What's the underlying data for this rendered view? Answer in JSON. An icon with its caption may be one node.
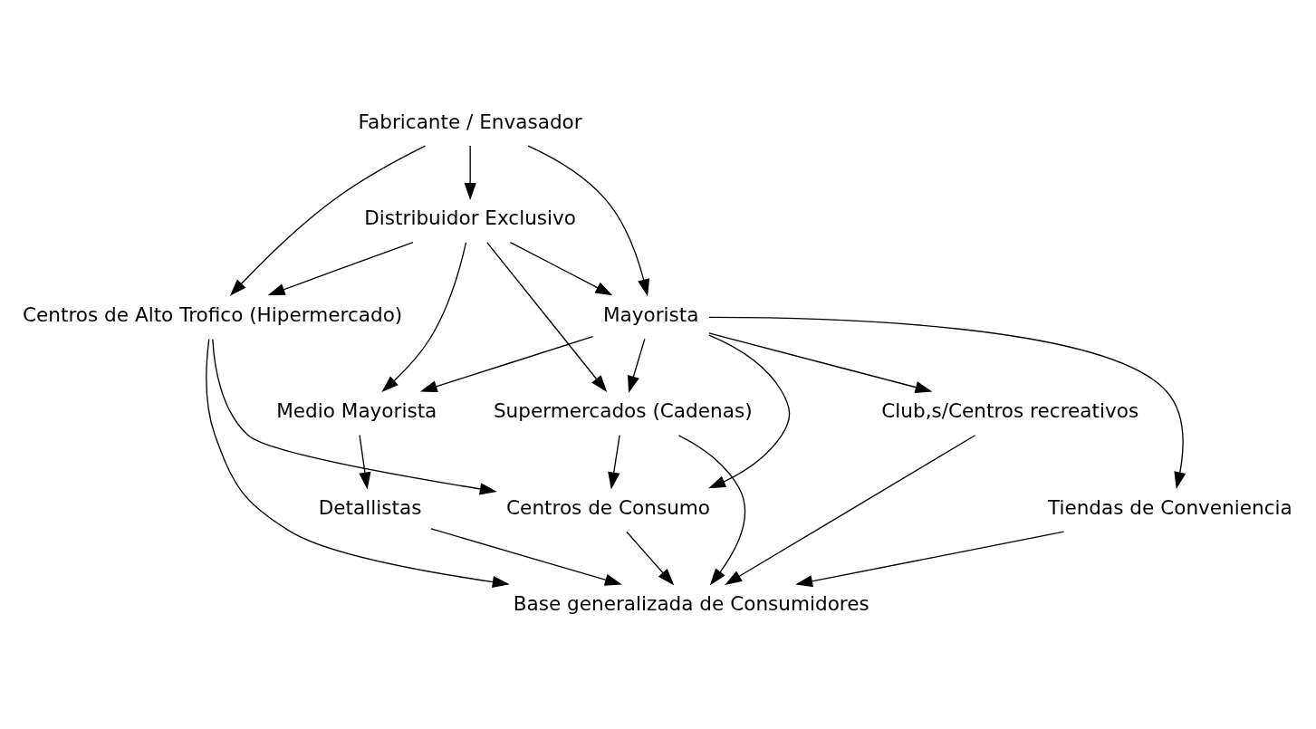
{
  "diagram": {
    "nodes": [
      {
        "text": [
          "Fabricante / Envasador"
        ]
      },
      {
        "text": [
          "Distribuidor Exclusivo"
        ]
      },
      {
        "text": [
          "Centros de Alto Trofico (Hipermercado)"
        ]
      },
      {
        "text": [
          "Mayorista"
        ]
      },
      {
        "text": [
          "Supermercados (Cadenas)"
        ]
      },
      {
        "text": [
          "Medio Mayorista"
        ]
      },
      {
        "text": [
          "Tiendas de Conveniencia"
        ]
      },
      {
        "text": [
          "Centros de Consumo"
        ]
      },
      {
        "text": [
          "Club,s/Centros recreativos"
        ]
      },
      {
        "text": [
          "Detallistas"
        ]
      },
      {
        "text": [
          "Base generalizada de Consumidores"
        ]
      }
    ],
    "edges": [
      {
        "from": 0,
        "to": 1,
        "arrow": "to"
      },
      {
        "from": 0,
        "to": 3,
        "arrow": "to"
      },
      {
        "from": 0,
        "to": 2,
        "arrow": "to"
      },
      {
        "from": 1,
        "to": 2,
        "arrow": "to"
      },
      {
        "from": 1,
        "to": 4,
        "arrow": "to"
      },
      {
        "from": 1,
        "to": 3,
        "arrow": "to"
      },
      {
        "from": 1,
        "to": 5,
        "arrow": "to"
      },
      {
        "from": 3,
        "to": 4,
        "arrow": "to"
      },
      {
        "from": 3,
        "to": 5,
        "arrow": "to"
      },
      {
        "from": 3,
        "to": 7,
        "arrow": "to"
      },
      {
        "from": 3,
        "to": 6,
        "arrow": "to"
      },
      {
        "from": 3,
        "to": 8,
        "arrow": "to"
      },
      {
        "from": 2,
        "to": 7,
        "arrow": "to"
      },
      {
        "from": 2,
        "to": 10,
        "arrow": "to"
      },
      {
        "from": 4,
        "to": 7,
        "arrow": "to"
      },
      {
        "from": 4,
        "to": 10,
        "arrow": "to"
      },
      {
        "from": 5,
        "to": 9,
        "arrow": "to"
      },
      {
        "from": 6,
        "to": 10,
        "arrow": "to"
      },
      {
        "from": 8,
        "to": 10,
        "arrow": "to"
      },
      {
        "from": 7,
        "to": 10,
        "arrow": "to"
      },
      {
        "from": 9,
        "to": 10,
        "arrow": "to"
      }
    ]
  }
}
